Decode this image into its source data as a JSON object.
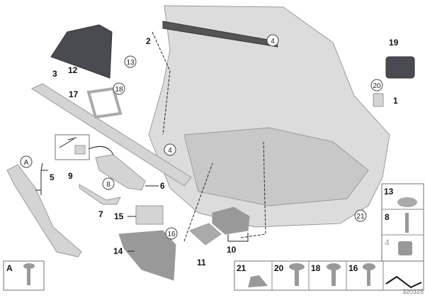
{
  "diagram": {
    "callouts": {
      "p1": "1",
      "p2": "2",
      "p3": "3",
      "p4a": "4",
      "p4b": "4",
      "p5": "5",
      "p6": "6",
      "p7": "7",
      "p8": "8",
      "p9": "9",
      "p10": "10",
      "p11": "11",
      "p12": "12",
      "p13": "13",
      "p14": "14",
      "p15": "15",
      "p16": "16",
      "p17": "17",
      "p18": "18",
      "p19": "19",
      "p20": "20",
      "p21": "21",
      "pA": "A"
    },
    "legend": {
      "side": [
        "13",
        "8",
        "4"
      ],
      "bottom": [
        "21",
        "20",
        "18",
        "16"
      ],
      "a_box": "A"
    },
    "catalog_number": "320325"
  }
}
